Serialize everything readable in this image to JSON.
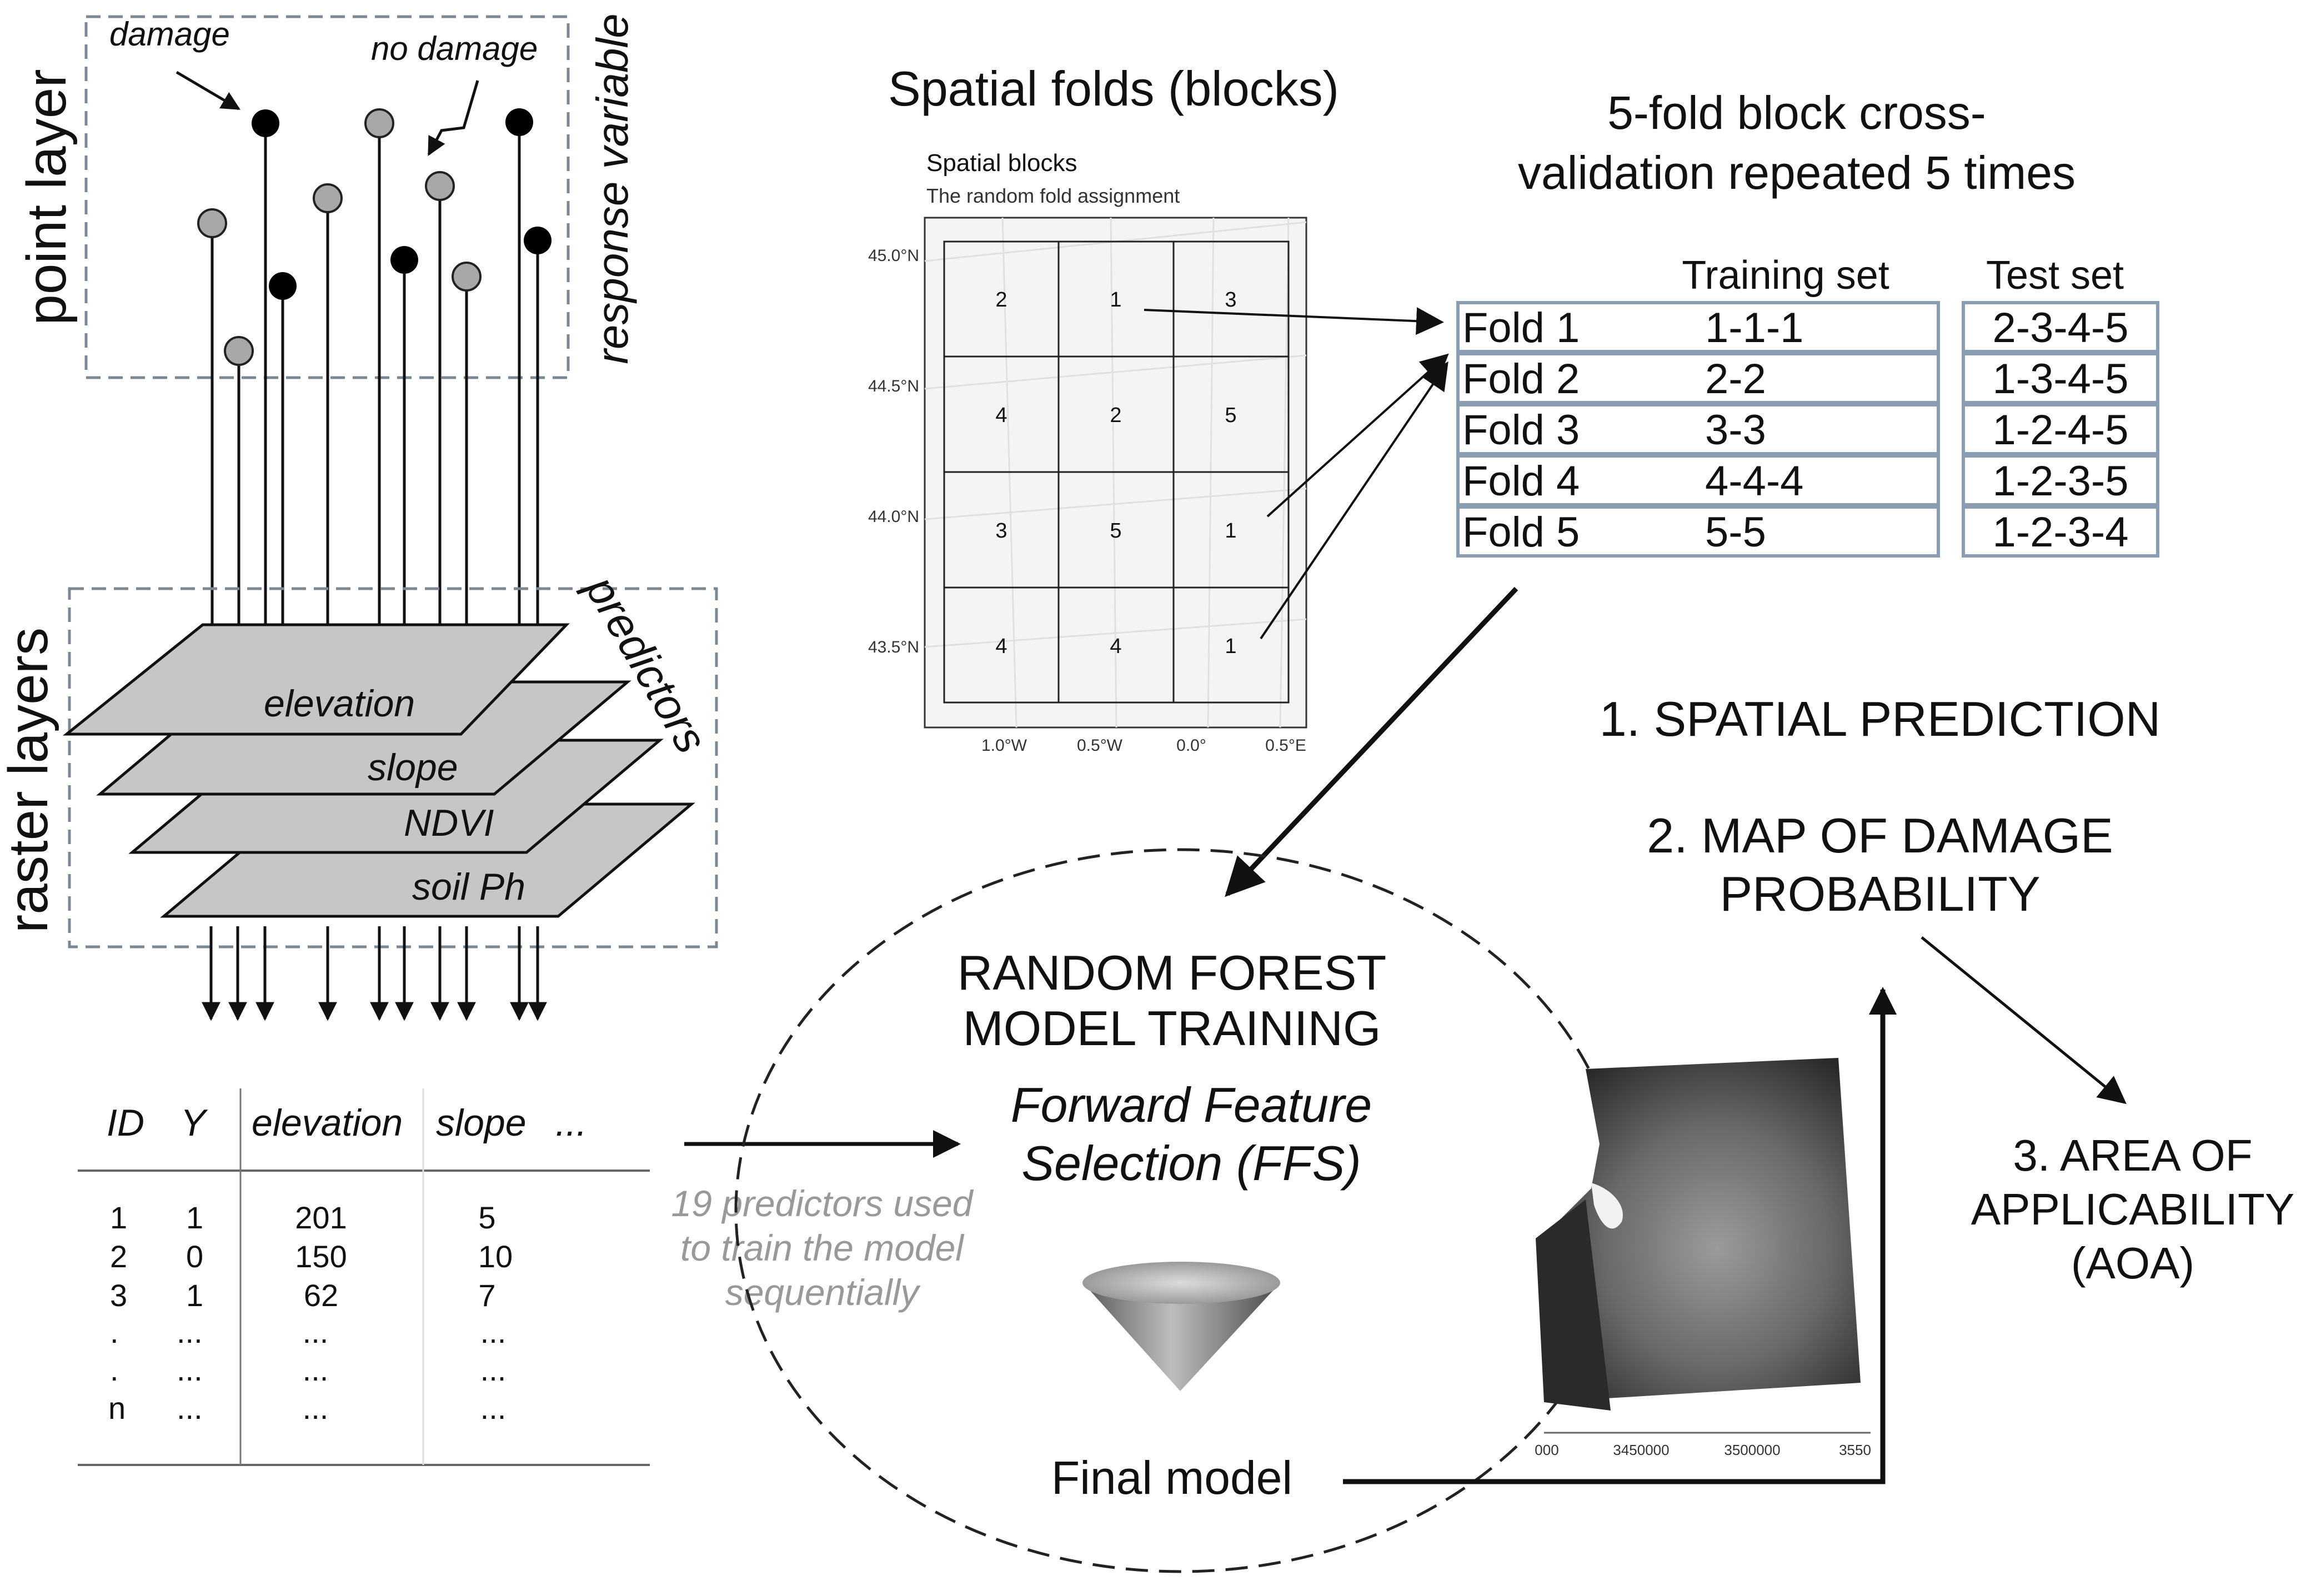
{
  "point_layer": {
    "title": "point layer",
    "response": "response variable",
    "damage": "damage",
    "no_damage": "no damage"
  },
  "raster": {
    "title": "raster layers",
    "predictors": "predictors",
    "layers": [
      "elevation",
      "slope",
      "NDVI",
      "soil Ph"
    ]
  },
  "table": {
    "headers": [
      "ID",
      "Y",
      "elevation",
      "slope",
      "..."
    ],
    "rows": [
      [
        "1",
        "1",
        "201",
        "5"
      ],
      [
        "2",
        "0",
        "150",
        "10"
      ],
      [
        "3",
        "1",
        "62",
        "7"
      ],
      [
        ".",
        "...",
        "...",
        "..."
      ],
      [
        ".",
        "...",
        "...",
        "..."
      ],
      [
        "n",
        "...",
        "...",
        "..."
      ]
    ]
  },
  "predictors_note": [
    "19 predictors used",
    "to train the model",
    "sequentially"
  ],
  "spatial_folds": {
    "title": "Spatial folds (blocks)",
    "map_title": "Spatial blocks",
    "map_subtitle": "The random fold assignment",
    "y_ticks": [
      "45.0°N",
      "44.5°N",
      "44.0°N",
      "43.5°N"
    ],
    "x_ticks": [
      "1.0°W",
      "0.5°W",
      "0.0°",
      "0.5°E"
    ],
    "blocks": [
      [
        "2",
        "1",
        "3"
      ],
      [
        "4",
        "2",
        "5"
      ],
      [
        "3",
        "5",
        "1"
      ],
      [
        "4",
        "4",
        "1"
      ]
    ]
  },
  "cv": {
    "title_line1": "5-fold block cross-",
    "title_line2": "validation repeated 5 times",
    "training_header": "Training set",
    "test_header": "Test set",
    "rows": [
      {
        "fold": "Fold 1",
        "train": "1-1-1",
        "test": "2-3-4-5"
      },
      {
        "fold": "Fold 2",
        "train": "2-2",
        "test": "1-3-4-5"
      },
      {
        "fold": "Fold 3",
        "train": "3-3",
        "test": "1-2-4-5"
      },
      {
        "fold": "Fold 4",
        "train": "4-4-4",
        "test": "1-2-3-5"
      },
      {
        "fold": "Fold 5",
        "train": "5-5",
        "test": "1-2-3-4"
      }
    ]
  },
  "steps": {
    "step1": "1. SPATIAL PREDICTION",
    "step2_line1": "2. MAP OF DAMAGE",
    "step2_line2": "PROBABILITY",
    "step3_line1": "3. AREA OF",
    "step3_line2": "APPLICABILITY",
    "step3_line3": "(AOA)"
  },
  "model": {
    "line1": "RANDOM FOREST",
    "line2": "MODEL TRAINING",
    "ffs_line1": "Forward Feature",
    "ffs_line2": "Selection (FFS)",
    "final": "Final model"
  },
  "map_axis": [
    "000",
    "3450000",
    "3500000",
    "3550"
  ],
  "colors": {
    "border_dash": "#7a8896",
    "layer_fill": "#c6c6c6",
    "table_border": "#8b9db3",
    "panel_bg": "#f4f4f4"
  }
}
